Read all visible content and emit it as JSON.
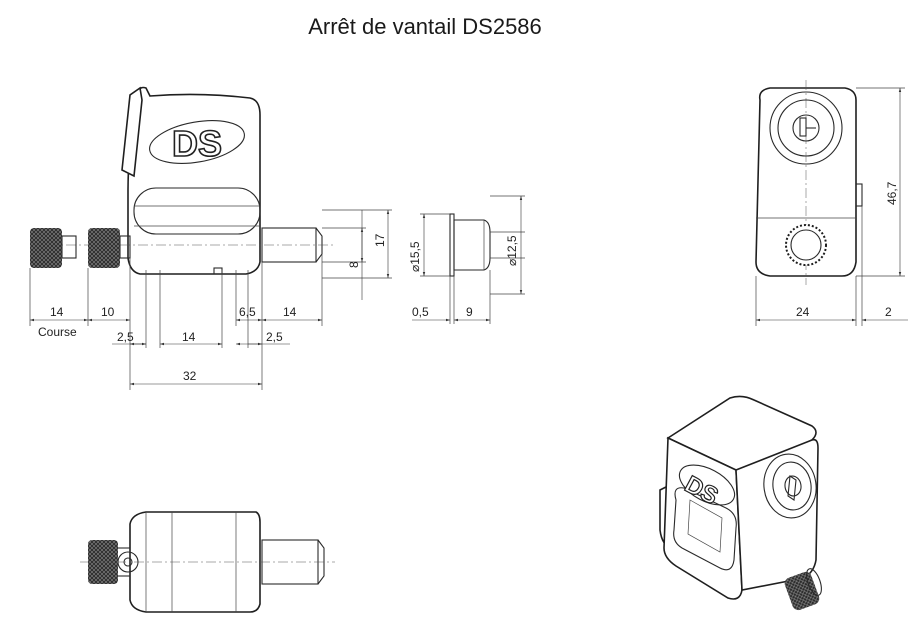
{
  "title": "Arrêt de vantail DS2586",
  "logo": "DS",
  "side_view": {
    "dims_bottom_row1": [
      "14",
      "10",
      "6,5",
      "14"
    ],
    "course_label": "Course",
    "dims_bottom_row2": [
      "2,5",
      "14",
      "2,5"
    ],
    "dim_total": "32",
    "dims_right": [
      "17",
      "8"
    ]
  },
  "bolt_view": {
    "dims_diameter": [
      "⌀15,5",
      "⌀12,5"
    ],
    "dims_bottom": [
      "0,5",
      "9"
    ]
  },
  "front_view": {
    "dim_height": "46,7",
    "dims_bottom": [
      "24",
      "2"
    ]
  },
  "icons": [
    "arrow-icon",
    "key-cylinder-icon",
    "knurled-knob-icon"
  ]
}
